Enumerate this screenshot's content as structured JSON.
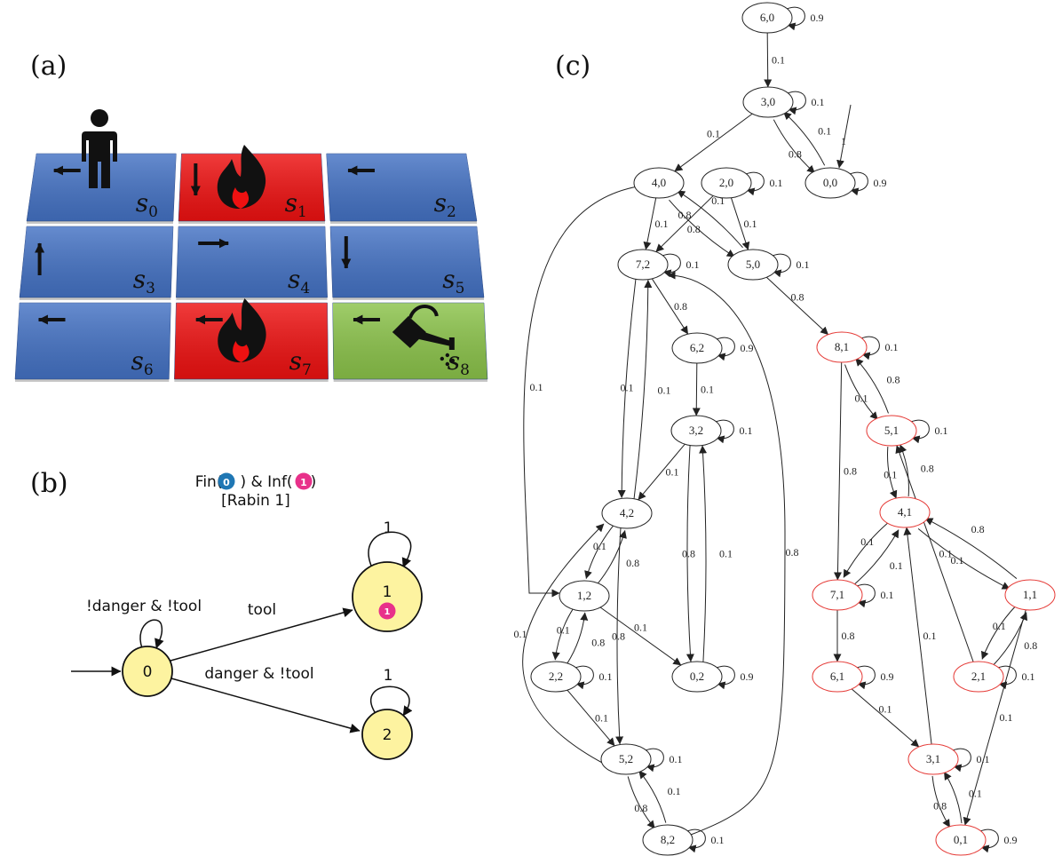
{
  "labels": {
    "a": "(a)",
    "b": "(b)",
    "c": "(c)"
  },
  "colors": {
    "safe": "#4472c4",
    "danger": "#ee1111",
    "goal": "#8bc34a",
    "autNode": "#fdf3a0",
    "blueMark": "#1f77b4",
    "pinkMark": "#e8318a",
    "productNormal": "#222222",
    "productAccept": "#e53935"
  },
  "grid": {
    "cells": [
      {
        "name": "s_0",
        "sym": "s",
        "sub": "0",
        "type": "safe",
        "arrow": "left",
        "icons": [
          "person-icon"
        ]
      },
      {
        "name": "s_1",
        "sym": "s",
        "sub": "1",
        "type": "danger",
        "arrow": "down",
        "icons": [
          "fire-icon"
        ]
      },
      {
        "name": "s_2",
        "sym": "s",
        "sub": "2",
        "type": "safe",
        "arrow": "left",
        "icons": []
      },
      {
        "name": "s_3",
        "sym": "s",
        "sub": "3",
        "type": "safe",
        "arrow": "up",
        "icons": []
      },
      {
        "name": "s_4",
        "sym": "s",
        "sub": "4",
        "type": "safe",
        "arrow": "right",
        "icons": []
      },
      {
        "name": "s_5",
        "sym": "s",
        "sub": "5",
        "type": "safe",
        "arrow": "down",
        "icons": []
      },
      {
        "name": "s_6",
        "sym": "s",
        "sub": "6",
        "type": "safe",
        "arrow": "left",
        "icons": []
      },
      {
        "name": "s_7",
        "sym": "s",
        "sub": "7",
        "type": "danger",
        "arrow": "left",
        "icons": [
          "fire-icon"
        ]
      },
      {
        "name": "s_8",
        "sym": "s",
        "sub": "8",
        "type": "goal",
        "arrow": "left",
        "icons": [
          "watering-can-icon"
        ]
      }
    ]
  },
  "automaton": {
    "acceptance": {
      "fin_prefix": "Fin(",
      "fin_mark": "0",
      "amp": ") & Inf(",
      "inf_mark": "1",
      "close": ")",
      "name": "[Rabin 1]"
    },
    "states": [
      {
        "id": "0",
        "label": "0",
        "mark": null
      },
      {
        "id": "1",
        "label": "1",
        "mark": "1"
      },
      {
        "id": "2",
        "label": "2",
        "mark": null
      }
    ],
    "edges": [
      {
        "from": "0",
        "to": "0",
        "label": "!danger & !tool"
      },
      {
        "from": "0",
        "to": "1",
        "label": "tool"
      },
      {
        "from": "0",
        "to": "2",
        "label": "danger & !tool"
      },
      {
        "from": "1",
        "to": "1",
        "label": "1"
      },
      {
        "from": "2",
        "to": "2",
        "label": "1"
      }
    ]
  },
  "product": {
    "nodes": [
      {
        "id": "6,0",
        "label": "6,0",
        "accepting": false
      },
      {
        "id": "3,0",
        "label": "3,0",
        "accepting": false
      },
      {
        "id": "4,0",
        "label": "4,0",
        "accepting": false
      },
      {
        "id": "2,0",
        "label": "2,0",
        "accepting": false
      },
      {
        "id": "0,0",
        "label": "0,0",
        "accepting": false
      },
      {
        "id": "7,2",
        "label": "7,2",
        "accepting": false
      },
      {
        "id": "5,0",
        "label": "5,0",
        "accepting": false
      },
      {
        "id": "6,2",
        "label": "6,2",
        "accepting": false
      },
      {
        "id": "3,2",
        "label": "3,2",
        "accepting": false
      },
      {
        "id": "4,2",
        "label": "4,2",
        "accepting": false
      },
      {
        "id": "1,2",
        "label": "1,2",
        "accepting": false
      },
      {
        "id": "2,2",
        "label": "2,2",
        "accepting": false
      },
      {
        "id": "0,2",
        "label": "0,2",
        "accepting": false
      },
      {
        "id": "5,2",
        "label": "5,2",
        "accepting": false
      },
      {
        "id": "8,2",
        "label": "8,2",
        "accepting": false
      },
      {
        "id": "8,1",
        "label": "8,1",
        "accepting": true
      },
      {
        "id": "5,1",
        "label": "5,1",
        "accepting": true
      },
      {
        "id": "4,1",
        "label": "4,1",
        "accepting": true
      },
      {
        "id": "7,1",
        "label": "7,1",
        "accepting": true
      },
      {
        "id": "1,1",
        "label": "1,1",
        "accepting": true
      },
      {
        "id": "2,1",
        "label": "2,1",
        "accepting": true
      },
      {
        "id": "6,1",
        "label": "6,1",
        "accepting": true
      },
      {
        "id": "3,1",
        "label": "3,1",
        "accepting": true
      },
      {
        "id": "0,1",
        "label": "0,1",
        "accepting": true
      }
    ],
    "edges": [
      {
        "from": "6,0",
        "to": "6,0",
        "label": "0.9"
      },
      {
        "from": "6,0",
        "to": "3,0",
        "label": "0.1"
      },
      {
        "from": "3,0",
        "to": "3,0",
        "label": "0.1"
      },
      {
        "from": "3,0",
        "to": "4,0",
        "label": "0.1"
      },
      {
        "from": "3,0",
        "to": "0,0",
        "label": "0.8"
      },
      {
        "from": "0,0",
        "to": "3,0",
        "label": "0.1"
      },
      {
        "from": "init",
        "to": "0,0",
        "label": "1"
      },
      {
        "from": "0,0",
        "to": "0,0",
        "label": "0.9"
      },
      {
        "from": "2,0",
        "to": "2,0",
        "label": "0.1"
      },
      {
        "from": "2,0",
        "to": "7,2",
        "label": "0.8"
      },
      {
        "from": "2,0",
        "to": "5,0",
        "label": "0.1"
      },
      {
        "from": "4,0",
        "to": "7,2",
        "label": "0.1"
      },
      {
        "from": "4,0",
        "to": "5,0",
        "label": "0.8"
      },
      {
        "from": "5,0",
        "to": "4,0",
        "label": "0.1"
      },
      {
        "from": "4,0",
        "to": "1,2",
        "label": "0.1"
      },
      {
        "from": "5,0",
        "to": "5,0",
        "label": "0.1"
      },
      {
        "from": "5,0",
        "to": "8,1",
        "label": "0.8"
      },
      {
        "from": "7,2",
        "to": "7,2",
        "label": "0.1"
      },
      {
        "from": "7,2",
        "to": "6,2",
        "label": "0.8"
      },
      {
        "from": "7,2",
        "to": "4,2",
        "label": "0.1"
      },
      {
        "from": "4,2",
        "to": "7,2",
        "label": "0.1"
      },
      {
        "from": "6,2",
        "to": "6,2",
        "label": "0.9"
      },
      {
        "from": "6,2",
        "to": "3,2",
        "label": "0.1"
      },
      {
        "from": "3,2",
        "to": "3,2",
        "label": "0.1"
      },
      {
        "from": "3,2",
        "to": "4,2",
        "label": "0.1"
      },
      {
        "from": "3,2",
        "to": "0,2",
        "label": "0.8"
      },
      {
        "from": "0,2",
        "to": "3,2",
        "label": "0.1"
      },
      {
        "from": "0,2",
        "to": "0,2",
        "label": "0.9"
      },
      {
        "from": "4,2",
        "to": "1,2",
        "label": "0.1"
      },
      {
        "from": "1,2",
        "to": "4,2",
        "label": "0.8"
      },
      {
        "from": "4,2",
        "to": "5,2",
        "label": "0.8"
      },
      {
        "from": "1,2",
        "to": "2,2",
        "label": "0.1"
      },
      {
        "from": "2,2",
        "to": "1,2",
        "label": "0.8"
      },
      {
        "from": "1,2",
        "to": "0,2",
        "label": "0.1"
      },
      {
        "from": "2,2",
        "to": "2,2",
        "label": "0.1"
      },
      {
        "from": "2,2",
        "to": "5,2",
        "label": "0.1"
      },
      {
        "from": "5,2",
        "to": "4,2",
        "label": "0.1"
      },
      {
        "from": "5,2",
        "to": "5,2",
        "label": "0.1"
      },
      {
        "from": "5,2",
        "to": "8,2",
        "label": "0.8"
      },
      {
        "from": "8,2",
        "to": "5,2",
        "label": "0.1"
      },
      {
        "from": "8,2",
        "to": "8,2",
        "label": "0.1"
      },
      {
        "from": "8,2",
        "to": "7,2",
        "label": "0.8"
      },
      {
        "from": "8,1",
        "to": "8,1",
        "label": "0.1"
      },
      {
        "from": "8,1",
        "to": "5,1",
        "label": "0.1"
      },
      {
        "from": "5,1",
        "to": "8,1",
        "label": "0.8"
      },
      {
        "from": "8,1",
        "to": "7,1",
        "label": "0.8"
      },
      {
        "from": "5,1",
        "to": "5,1",
        "label": "0.1"
      },
      {
        "from": "5,1",
        "to": "4,1",
        "label": "0.1"
      },
      {
        "from": "4,1",
        "to": "5,1",
        "label": "0.8"
      },
      {
        "from": "4,1",
        "to": "7,1",
        "label": "0.1"
      },
      {
        "from": "7,1",
        "to": "4,1",
        "label": "0.1"
      },
      {
        "from": "4,1",
        "to": "1,1",
        "label": "0.1"
      },
      {
        "from": "1,1",
        "to": "4,1",
        "label": "0.8"
      },
      {
        "from": "7,1",
        "to": "7,1",
        "label": "0.1"
      },
      {
        "from": "7,1",
        "to": "6,1",
        "label": "0.8"
      },
      {
        "from": "1,1",
        "to": "2,1",
        "label": "0.1"
      },
      {
        "from": "2,1",
        "to": "1,1",
        "label": "0.8"
      },
      {
        "from": "2,1",
        "to": "5,1",
        "label": "0.1"
      },
      {
        "from": "1,1",
        "to": "0,1",
        "label": "0.1"
      },
      {
        "from": "2,1",
        "to": "2,1",
        "label": "0.1"
      },
      {
        "from": "6,1",
        "to": "6,1",
        "label": "0.9"
      },
      {
        "from": "6,1",
        "to": "3,1",
        "label": "0.1"
      },
      {
        "from": "3,1",
        "to": "4,1",
        "label": "0.1"
      },
      {
        "from": "3,1",
        "to": "3,1",
        "label": "0.1"
      },
      {
        "from": "3,1",
        "to": "0,1",
        "label": "0.8"
      },
      {
        "from": "0,1",
        "to": "3,1",
        "label": "0.1"
      },
      {
        "from": "0,1",
        "to": "0,1",
        "label": "0.9"
      }
    ]
  }
}
